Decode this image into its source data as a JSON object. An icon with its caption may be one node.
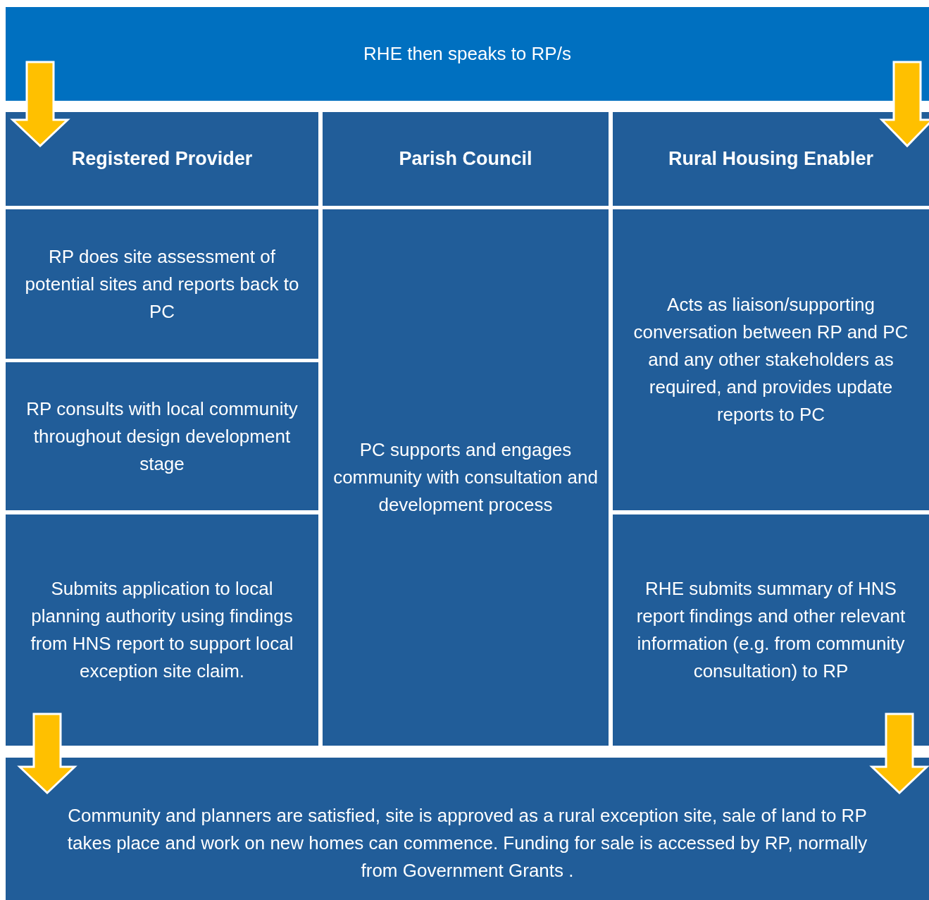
{
  "diagram": {
    "nodes": [
      {
        "text": [
          "RHE then speaks to RP/s"
        ]
      },
      {
        "text": [
          "Registered Provider"
        ]
      },
      {
        "text": [
          "Parish Council"
        ]
      },
      {
        "text": [
          "Rural Housing Enabler"
        ]
      },
      {
        "text": [
          "RP does site assessment of potential  sites and reports back to PC"
        ]
      },
      {
        "text": [
          "RP consults with local community throughout design development stage"
        ]
      },
      {
        "text": [
          "Submits application to local planning authority using findings from HNS report to support local exception site claim."
        ]
      },
      {
        "text": [
          "PC supports and engages community with consultation and development process"
        ]
      },
      {
        "text": [
          "Acts as liaison/supporting conversation between RP and PC and any other stakeholders as required, and provides update reports to PC"
        ]
      },
      {
        "text": [
          "RHE submits summary of HNS report findings and other relevant information (e.g. from community consultation) to RP"
        ]
      },
      {
        "text": [
          "Community and planners are satisfied, site is approved as a rural exception site, sale of land to RP takes place and work on new homes can commence. Funding for sale is accessed by RP, normally from Government Grants ."
        ]
      }
    ],
    "edges": [
      {
        "from": 0,
        "to": 1,
        "arrow": "to",
        "style": "thick"
      },
      {
        "from": 0,
        "to": 3,
        "arrow": "to",
        "style": "thick"
      },
      {
        "from": 6,
        "to": 10,
        "arrow": "to",
        "style": "thick"
      },
      {
        "from": 9,
        "to": 10,
        "arrow": "to",
        "style": "thick"
      }
    ]
  }
}
